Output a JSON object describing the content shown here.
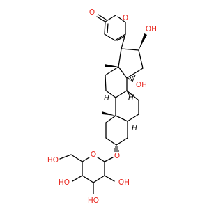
{
  "molecule": {
    "labels": {
      "lactone_carbonyl_o": "O",
      "ring_oxygen": "O",
      "oh_16": "OH",
      "oh_14": "OH",
      "h_8": "H",
      "h_9": "H",
      "h_5": "H",
      "glycosidic_o": "O",
      "sugar_ring_o": "O",
      "ho_ch2": "HO",
      "ho_c4": "HO",
      "ho_c3": "HO",
      "oh_c2": "OH"
    },
    "colors": {
      "heteroatom": "#e8261e",
      "carbon": "#000000"
    }
  }
}
